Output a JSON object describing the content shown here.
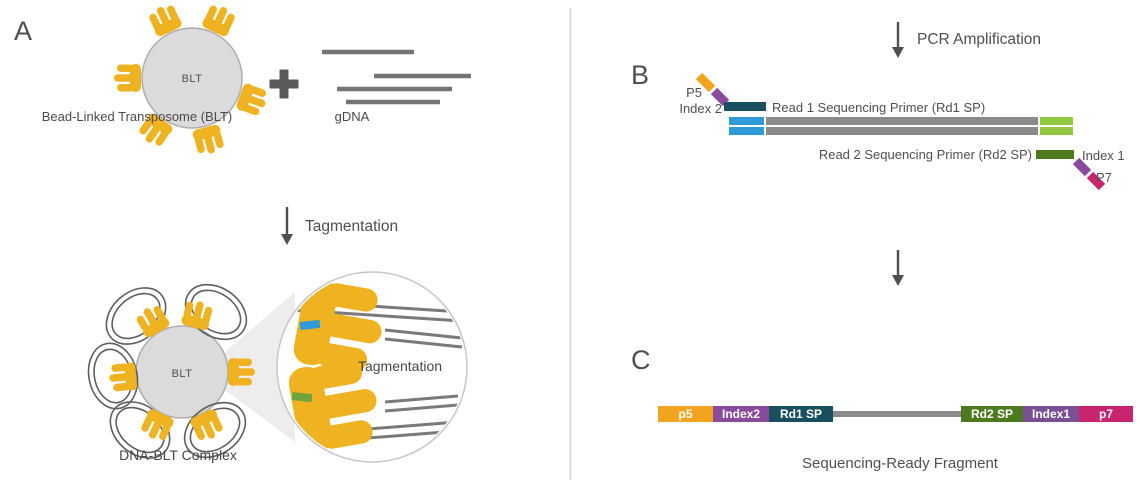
{
  "colors": {
    "orange": "#F2A41F",
    "purple": "#8A4B9C",
    "purple_muted": "#7B4F93",
    "teal": "#18505F",
    "blue": "#2E9BD6",
    "light_green": "#92C83E",
    "dark_green": "#4E7A1F",
    "magenta": "#C9246E",
    "gold": "#EFB322",
    "tag_green": "#6FA33C",
    "strand_gray": "#8A8A8A",
    "text_gray": "#4F4F4F"
  },
  "panels": {
    "a": {
      "label": "A",
      "bead_label": "BLT",
      "bead_caption": "Bead-Linked Transposome (BLT)",
      "gdna_caption": "gDNA",
      "plus_icon": "plus",
      "tagmentation_arrow_label": "Tagmentation",
      "complex_bead_label": "BLT",
      "zoom_label": "Tagmentation",
      "complex_caption": "DNA-BLT Complex"
    },
    "b": {
      "label": "B",
      "pcr_arrow_label": "PCR Amplification",
      "p5_label": "P5",
      "index2_label": "Index 2",
      "rd1_label": "Read 1 Sequencing Primer (Rd1 SP)",
      "rd2_label": "Read 2 Sequencing Primer (Rd2 SP)",
      "index1_label": "Index 1",
      "p7_label": "P7"
    },
    "c": {
      "label": "C",
      "segments": [
        {
          "label": "p5",
          "color": "#F2A41F"
        },
        {
          "label": "Index2",
          "color": "#8A4B9C"
        },
        {
          "label": "Rd1 SP",
          "color": "#18505F"
        },
        {
          "label": "Rd2 SP",
          "color": "#4E7A1F"
        },
        {
          "label": "Index1",
          "color": "#7B4F93"
        },
        {
          "label": "p7",
          "color": "#C9246E"
        }
      ],
      "caption": "Sequencing-Ready Fragment"
    }
  }
}
